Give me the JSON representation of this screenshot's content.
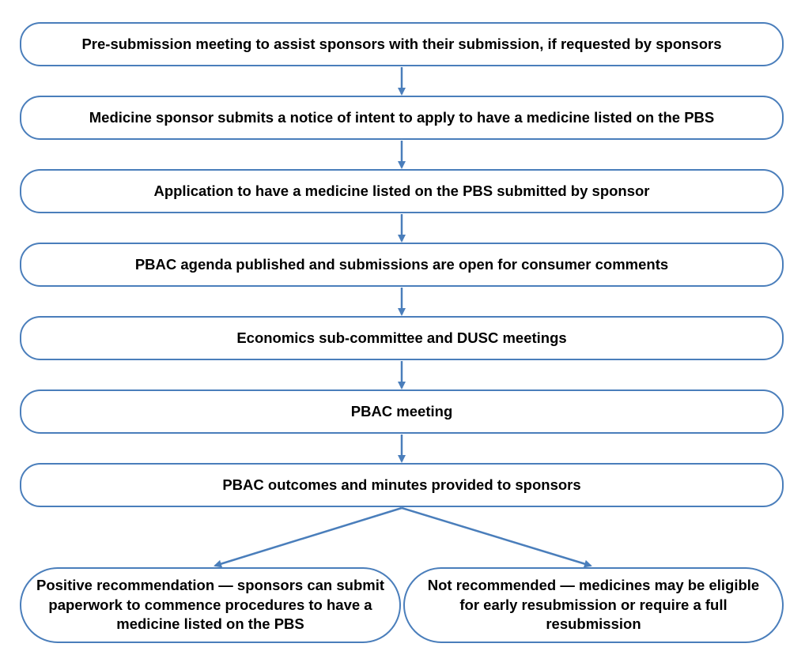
{
  "colors": {
    "accent": "#4a7ebb",
    "text": "#000000",
    "background": "#ffffff"
  },
  "flow": {
    "steps": [
      "Pre-submission meeting to assist sponsors with their submission, if requested by sponsors",
      "Medicine sponsor submits a notice of intent to apply to have a medicine listed on the PBS",
      "Application to have a medicine listed on the PBS submitted by sponsor",
      "PBAC agenda published and submissions are open for consumer comments",
      "Economics sub-committee and DUSC meetings",
      "PBAC meeting",
      "PBAC outcomes and minutes provided to sponsors"
    ],
    "outcomes": {
      "positive": "Positive recommendation — sponsors can submit paperwork to commence procedures to have a medicine listed on the PBS",
      "negative": "Not recommended — medicines may be eligible for early resubmission or require a full resubmission"
    }
  }
}
